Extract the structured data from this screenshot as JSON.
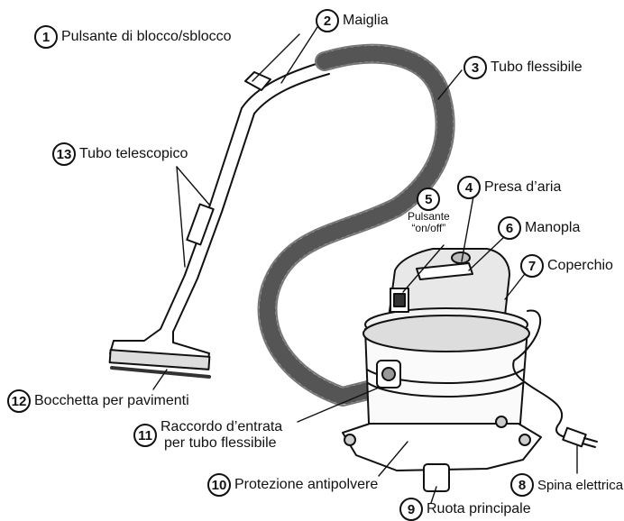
{
  "labels": {
    "l1": {
      "num": "1",
      "text": "Pulsante di blocco/sblocco"
    },
    "l2": {
      "num": "2",
      "text": "Maiglia"
    },
    "l3": {
      "num": "3",
      "text": "Tubo flessibile"
    },
    "l4": {
      "num": "4",
      "text": "Presa d’aria"
    },
    "l5": {
      "num": "5",
      "text_line1": "Pulsante",
      "text_line2": "“on/off”"
    },
    "l6": {
      "num": "6",
      "text": "Manopla"
    },
    "l7": {
      "num": "7",
      "text": "Coperchio"
    },
    "l8": {
      "num": "8",
      "text": "Spina elettrica"
    },
    "l9": {
      "num": "9",
      "text": "Ruota principale"
    },
    "l10": {
      "num": "10",
      "text": "Protezione antipolvere"
    },
    "l11": {
      "num": "11",
      "text_line1": "Raccordo d’entrata",
      "text_line2": "per tubo flessibile"
    },
    "l12": {
      "num": "12",
      "text": "Bocchetta per pavimenti"
    },
    "l13": {
      "num": "13",
      "text": "Tubo telescopico"
    }
  }
}
